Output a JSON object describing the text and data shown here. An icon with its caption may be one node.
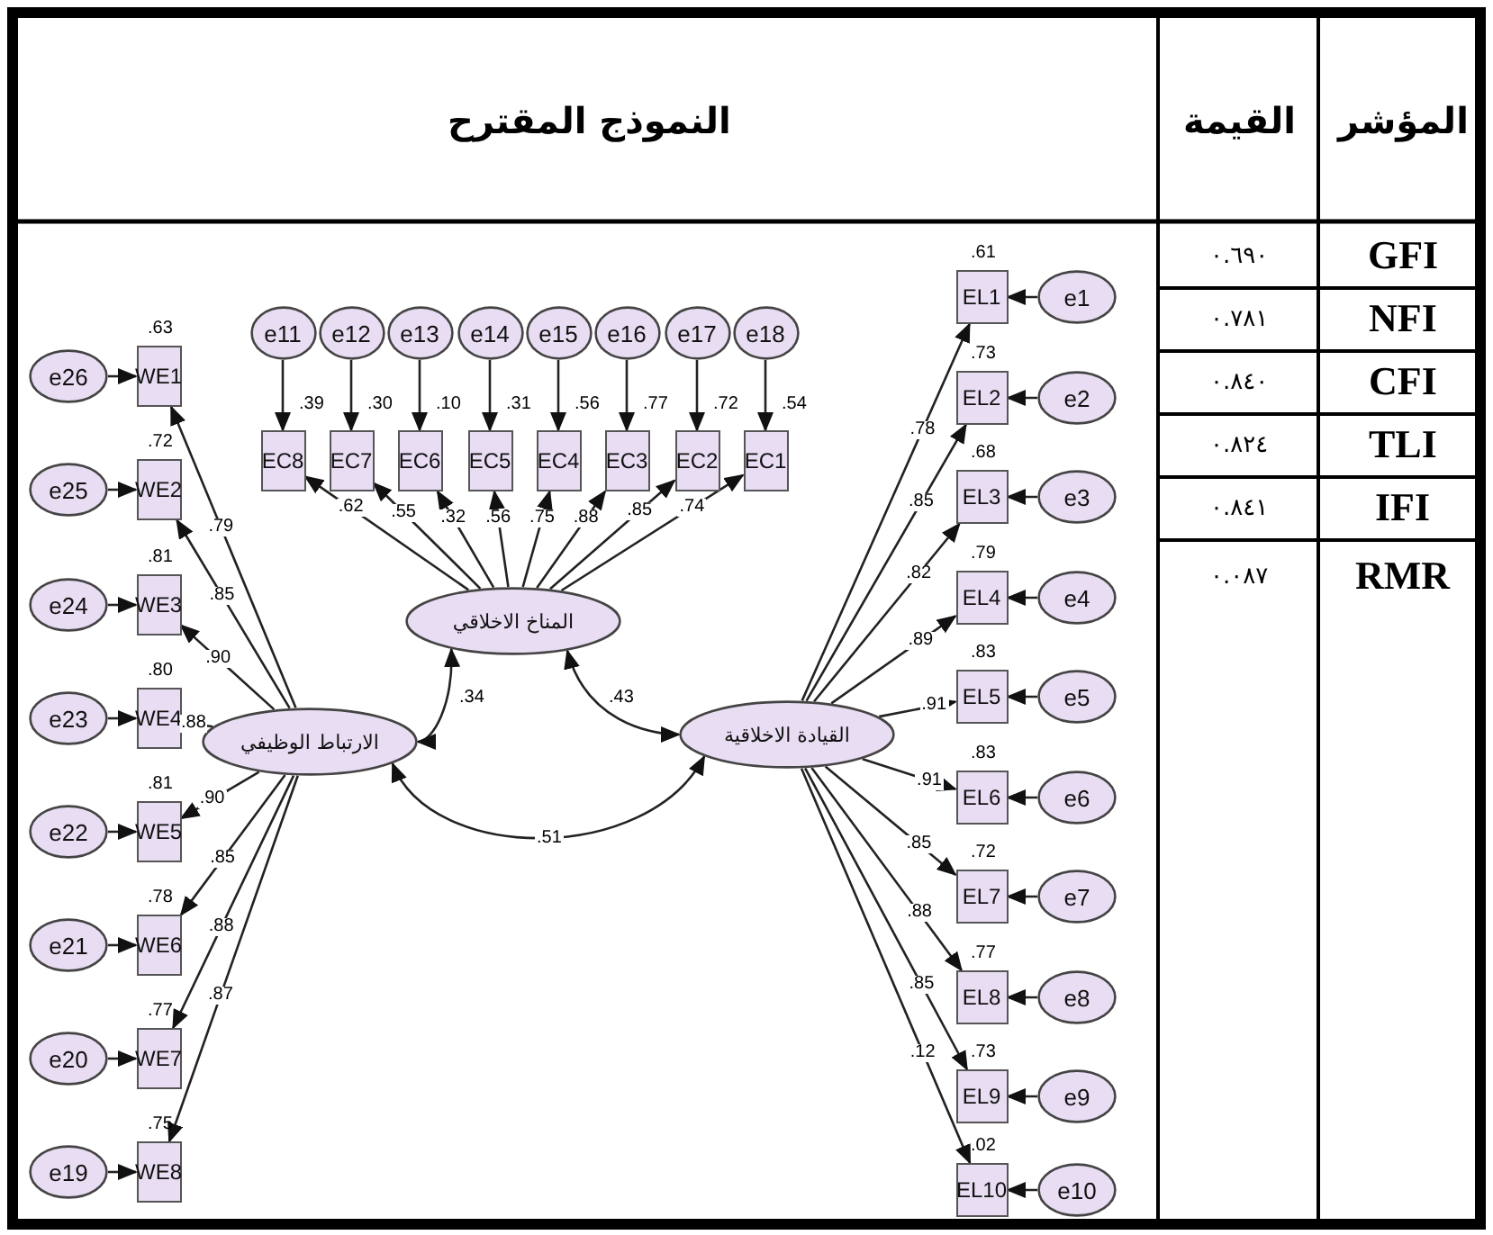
{
  "diagram": {
    "nodes": [
      {
        "text": [
          "e11"
        ]
      },
      {
        "text": [
          "e12"
        ]
      },
      {
        "text": [
          "e13"
        ]
      },
      {
        "text": [
          "e14"
        ]
      },
      {
        "text": [
          "e15"
        ]
      },
      {
        "text": [
          "e16"
        ]
      },
      {
        "text": [
          "e17"
        ]
      },
      {
        "text": [
          "e18"
        ]
      },
      {
        "text": [
          "EC8"
        ],
        "beside": [
          ".39"
        ]
      },
      {
        "text": [
          "EC7"
        ],
        "beside": [
          ".30"
        ]
      },
      {
        "text": [
          "EC6"
        ],
        "beside": [
          ".10"
        ]
      },
      {
        "text": [
          "EC5"
        ],
        "beside": [
          ".31"
        ]
      },
      {
        "text": [
          "EC4"
        ],
        "beside": [
          ".56"
        ]
      },
      {
        "text": [
          "EC3"
        ],
        "beside": [
          ".77"
        ]
      },
      {
        "text": [
          "EC2"
        ],
        "beside": [
          ".72"
        ]
      },
      {
        "text": [
          "EC1"
        ],
        "beside": [
          ".54"
        ]
      },
      {
        "text": [
          "المناخ الاخلاقي"
        ]
      },
      {
        "text": [
          "e26"
        ]
      },
      {
        "text": [
          "e25"
        ]
      },
      {
        "text": [
          "e24"
        ]
      },
      {
        "text": [
          "e23"
        ]
      },
      {
        "text": [
          "e22"
        ]
      },
      {
        "text": [
          "e21"
        ]
      },
      {
        "text": [
          "e20"
        ]
      },
      {
        "text": [
          "e19"
        ]
      },
      {
        "text": [
          "WE1"
        ],
        "beside": [
          ".63"
        ]
      },
      {
        "text": [
          "WE2"
        ],
        "beside": [
          ".72"
        ]
      },
      {
        "text": [
          "WE3"
        ],
        "beside": [
          ".81"
        ]
      },
      {
        "text": [
          "WE4"
        ],
        "beside": [
          ".80"
        ]
      },
      {
        "text": [
          "WE5"
        ],
        "beside": [
          ".81"
        ]
      },
      {
        "text": [
          "WE6"
        ],
        "beside": [
          ".78"
        ]
      },
      {
        "text": [
          "WE7"
        ],
        "beside": [
          ".77"
        ]
      },
      {
        "text": [
          "WE8"
        ],
        "beside": [
          ".75"
        ]
      },
      {
        "text": [
          "الارتباط الوظيفي"
        ]
      },
      {
        "text": [
          "EL1"
        ],
        "beside": [
          ".61"
        ]
      },
      {
        "text": [
          "EL2"
        ],
        "beside": [
          ".73"
        ]
      },
      {
        "text": [
          "EL3"
        ],
        "beside": [
          ".68"
        ]
      },
      {
        "text": [
          "EL4"
        ],
        "beside": [
          ".79"
        ]
      },
      {
        "text": [
          "EL5"
        ],
        "beside": [
          ".83"
        ]
      },
      {
        "text": [
          "EL6"
        ],
        "beside": [
          ".83"
        ]
      },
      {
        "text": [
          "EL7"
        ],
        "beside": [
          ".72"
        ]
      },
      {
        "text": [
          "EL8"
        ],
        "beside": [
          ".77"
        ]
      },
      {
        "text": [
          "EL9"
        ],
        "beside": [
          ".73"
        ]
      },
      {
        "text": [
          "EL10"
        ],
        "beside": [
          ".02"
        ]
      },
      {
        "text": [
          "e1"
        ]
      },
      {
        "text": [
          "e2"
        ]
      },
      {
        "text": [
          "e3"
        ]
      },
      {
        "text": [
          "e4"
        ]
      },
      {
        "text": [
          "e5"
        ]
      },
      {
        "text": [
          "e6"
        ]
      },
      {
        "text": [
          "e7"
        ]
      },
      {
        "text": [
          "e8"
        ]
      },
      {
        "text": [
          "e9"
        ]
      },
      {
        "text": [
          "e10"
        ]
      },
      {
        "text": [
          "القيادة الاخلاقية"
        ]
      }
    ],
    "edges": [
      {
        "from": 0,
        "to": 8,
        "arrow": "to"
      },
      {
        "from": 1,
        "to": 9,
        "arrow": "to"
      },
      {
        "from": 2,
        "to": 10,
        "arrow": "to"
      },
      {
        "from": 3,
        "to": 11,
        "arrow": "to"
      },
      {
        "from": 4,
        "to": 12,
        "arrow": "to"
      },
      {
        "from": 5,
        "to": 13,
        "arrow": "to"
      },
      {
        "from": 6,
        "to": 14,
        "arrow": "to"
      },
      {
        "from": 7,
        "to": 15,
        "arrow": "to"
      },
      {
        "from": 16,
        "to": 8,
        "arrow": "to",
        "label": ".62"
      },
      {
        "from": 16,
        "to": 9,
        "arrow": "to",
        "label": ".55"
      },
      {
        "from": 16,
        "to": 10,
        "arrow": "to",
        "label": ".32"
      },
      {
        "from": 16,
        "to": 11,
        "arrow": "to",
        "label": ".56"
      },
      {
        "from": 16,
        "to": 12,
        "arrow": "to",
        "label": ".75"
      },
      {
        "from": 16,
        "to": 13,
        "arrow": "to",
        "label": ".88"
      },
      {
        "from": 16,
        "to": 14,
        "arrow": "to",
        "label": ".85"
      },
      {
        "from": 16,
        "to": 15,
        "arrow": "to",
        "label": ".74"
      },
      {
        "from": 17,
        "to": 25,
        "arrow": "to"
      },
      {
        "from": 18,
        "to": 26,
        "arrow": "to"
      },
      {
        "from": 19,
        "to": 27,
        "arrow": "to"
      },
      {
        "from": 20,
        "to": 28,
        "arrow": "to"
      },
      {
        "from": 21,
        "to": 29,
        "arrow": "to"
      },
      {
        "from": 22,
        "to": 30,
        "arrow": "to"
      },
      {
        "from": 23,
        "to": 31,
        "arrow": "to"
      },
      {
        "from": 24,
        "to": 32,
        "arrow": "to"
      },
      {
        "from": 33,
        "to": 25,
        "arrow": "to",
        "label": ".79"
      },
      {
        "from": 33,
        "to": 26,
        "arrow": "to",
        "label": ".85"
      },
      {
        "from": 33,
        "to": 27,
        "arrow": "to",
        "label": ".90"
      },
      {
        "from": 33,
        "to": 28,
        "arrow": "to",
        "label": ".88"
      },
      {
        "from": 33,
        "to": 29,
        "arrow": "to",
        "label": ".90"
      },
      {
        "from": 33,
        "to": 30,
        "arrow": "to",
        "label": ".85"
      },
      {
        "from": 33,
        "to": 31,
        "arrow": "to",
        "label": ".88"
      },
      {
        "from": 33,
        "to": 32,
        "arrow": "to",
        "label": ".87"
      },
      {
        "from": 44,
        "to": 34,
        "arrow": "to"
      },
      {
        "from": 45,
        "to": 35,
        "arrow": "to"
      },
      {
        "from": 46,
        "to": 36,
        "arrow": "to"
      },
      {
        "from": 47,
        "to": 37,
        "arrow": "to"
      },
      {
        "from": 48,
        "to": 38,
        "arrow": "to"
      },
      {
        "from": 49,
        "to": 39,
        "arrow": "to"
      },
      {
        "from": 50,
        "to": 40,
        "arrow": "to"
      },
      {
        "from": 51,
        "to": 41,
        "arrow": "to"
      },
      {
        "from": 52,
        "to": 42,
        "arrow": "to"
      },
      {
        "from": 53,
        "to": 43,
        "arrow": "to"
      },
      {
        "from": 54,
        "to": 34,
        "arrow": "to",
        "label": ".78"
      },
      {
        "from": 54,
        "to": 35,
        "arrow": "to",
        "label": ".85"
      },
      {
        "from": 54,
        "to": 36,
        "arrow": "to",
        "label": ".82"
      },
      {
        "from": 54,
        "to": 37,
        "arrow": "to",
        "label": ".89"
      },
      {
        "from": 54,
        "to": 38,
        "arrow": "to",
        "label": ".91"
      },
      {
        "from": 54,
        "to": 39,
        "arrow": "to",
        "label": ".91"
      },
      {
        "from": 54,
        "to": 40,
        "arrow": "to",
        "label": ".85"
      },
      {
        "from": 54,
        "to": 41,
        "arrow": "to",
        "label": ".88"
      },
      {
        "from": 54,
        "to": 42,
        "arrow": "to",
        "label": ".85"
      },
      {
        "from": 54,
        "to": 43,
        "arrow": "to",
        "label": ".12"
      },
      {
        "from": 16,
        "to": 33,
        "arrow": "both",
        "label": ".34"
      },
      {
        "from": 16,
        "to": 54,
        "arrow": "both",
        "label": ".43"
      },
      {
        "from": 33,
        "to": 54,
        "arrow": "both",
        "label": ".51"
      }
    ],
    "labels": [
      "المؤشر",
      "القيمة",
      "النموذج المقترح",
      "GFI",
      "٠.٦٩٠",
      "NFI",
      "٠.٧٨١",
      "CFI",
      "٠.٨٤٠",
      "TLI",
      "٠.٨٢٤",
      "IFI",
      "٠.٨٤١",
      "RMR",
      "٠.٠٨٧"
    ]
  }
}
